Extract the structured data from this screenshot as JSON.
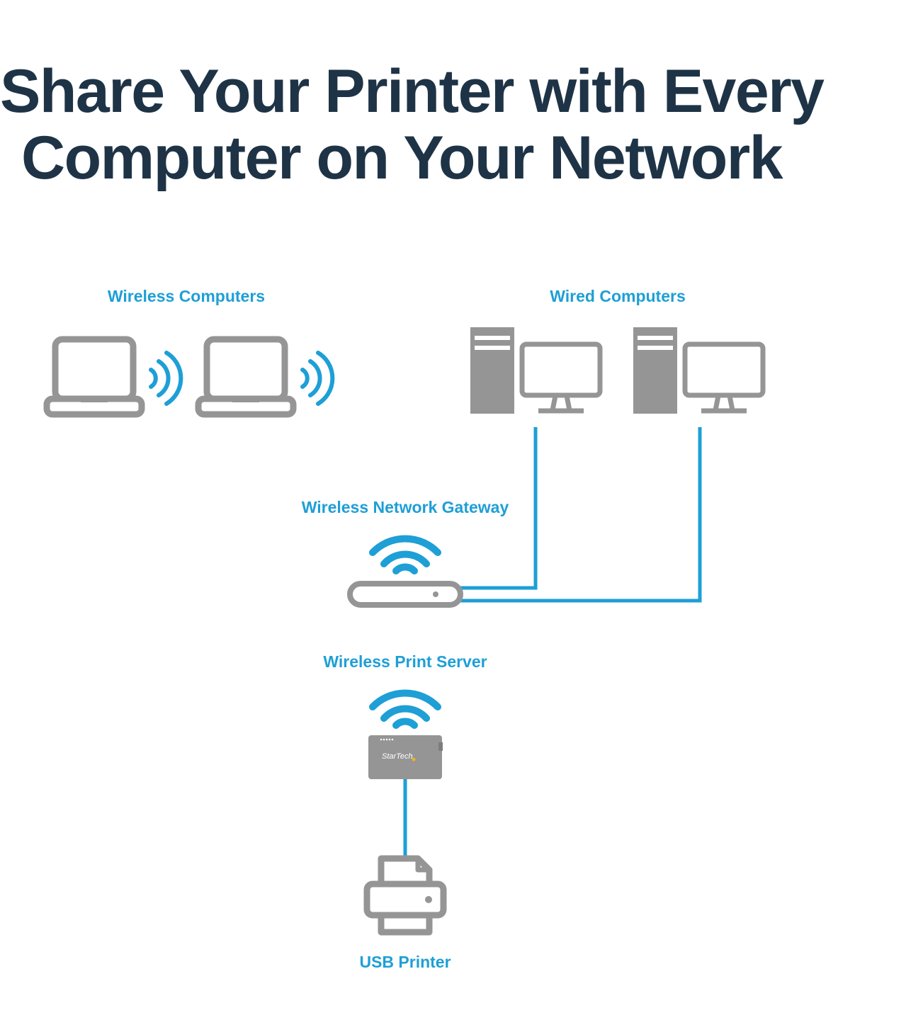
{
  "headline": {
    "line1": "Share Your Printer with Every",
    "line2": "Computer on Your Network"
  },
  "nodes": {
    "wireless_computers": "Wireless Computers",
    "wired_computers": "Wired Computers",
    "gateway": "Wireless Network Gateway",
    "print_server": "Wireless Print Server",
    "printer": "USB Printer"
  },
  "device_brand": "StarTech",
  "colors": {
    "heading": "#1e3346",
    "accent": "#1e9fd6",
    "device_gray": "#959595"
  },
  "icons": [
    "laptop-icon",
    "wifi-signal-icon",
    "desktop-tower-icon",
    "monitor-icon",
    "router-icon",
    "print-server-icon",
    "printer-icon"
  ]
}
